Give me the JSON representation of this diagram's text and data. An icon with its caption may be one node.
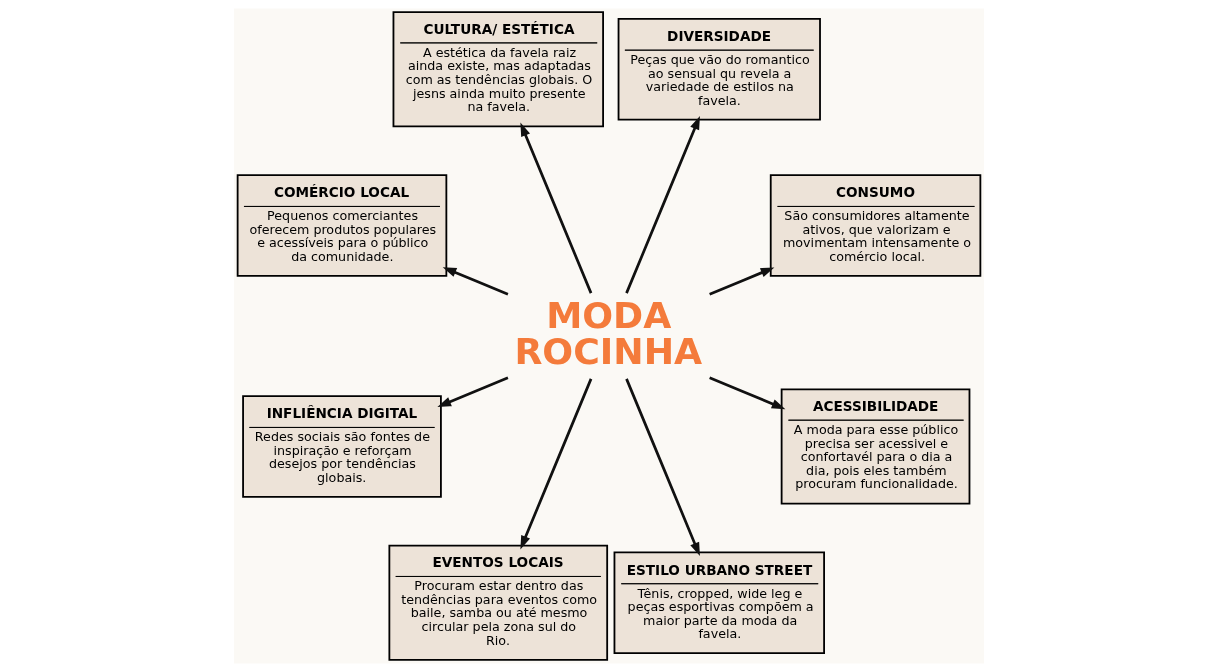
{
  "diagram": {
    "nodes": [
      {
        "text": [
          "MODA ROCINHA"
        ]
      },
      {
        "text": [
          "CONSUMO",
          "São consumidores altamente ativos, que valorizam e movimentam intensamente o comércio local."
        ]
      },
      {
        "text": [
          "DIVERSIDADE",
          "Peças que vão do romantico ao sensual qu revela a variedade de estilos na favela."
        ]
      },
      {
        "text": [
          "CULTURA/ ESTÉTICA",
          "A estética da favela raiz ainda existe, mas adaptadas com as tendências globais. O jesns ainda muito presente na favela."
        ]
      },
      {
        "text": [
          "COMÉRCIO LOCAL",
          "Pequenos comerciantes oferecem produtos populares e acessíveis para o público da comunidade."
        ]
      },
      {
        "text": [
          "INFLIÊNCIA DIGITAL",
          "Redes sociais são fontes de inspiração e reforçam desejos por tendências globais."
        ]
      },
      {
        "text": [
          "EVENTOS LOCAIS",
          "Procuram estar dentro das tendências para eventos como baile, samba ou até mesmo circular pela zona sul do Rio."
        ]
      },
      {
        "text": [
          "ESTILO URBANO STREET",
          "Tênis, cropped, wide leg e peças esportivas compõem a maior parte da moda da favela."
        ]
      },
      {
        "text": [
          "ACESSIBILIDADE",
          "A moda para esse público precisa ser acessivel e confortavél para o dia a dia, pois eles também procuram funcionalidade."
        ]
      }
    ],
    "edges": [
      {
        "from": 0,
        "to": 1,
        "arrow": "to"
      },
      {
        "from": 0,
        "to": 2,
        "arrow": "to"
      },
      {
        "from": 0,
        "to": 3,
        "arrow": "to"
      },
      {
        "from": 0,
        "to": 4,
        "arrow": "to"
      },
      {
        "from": 0,
        "to": 5,
        "arrow": "to"
      },
      {
        "from": 0,
        "to": 6,
        "arrow": "to"
      },
      {
        "from": 0,
        "to": 7,
        "arrow": "to"
      },
      {
        "from": 0,
        "to": 8,
        "arrow": "to"
      }
    ]
  }
}
